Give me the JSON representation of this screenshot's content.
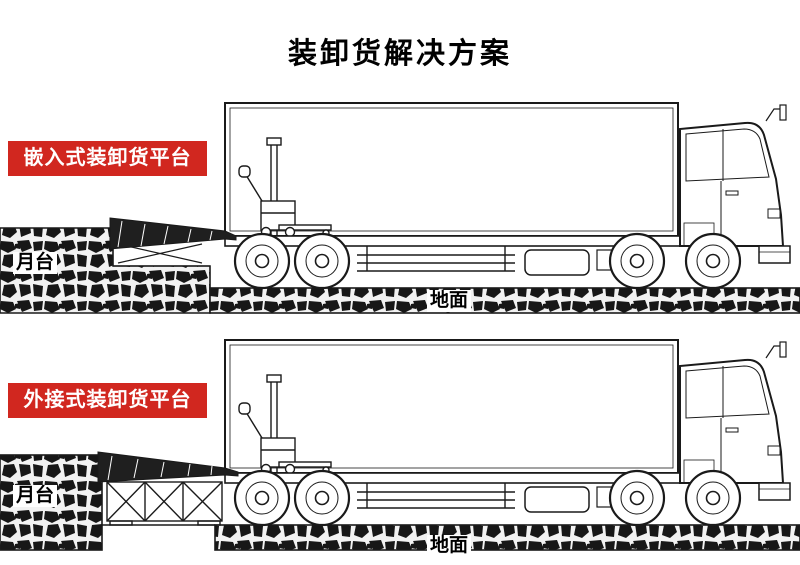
{
  "title": "装卸货解决方案",
  "colors": {
    "badge_background": "#d1271f",
    "badge_text": "#ffffff",
    "line_art": "#1a1a1a",
    "background": "#ffffff"
  },
  "sections": [
    {
      "badge": "嵌入式装卸货平台",
      "dock_label": "月台",
      "ground_label": "地面"
    },
    {
      "badge": "外接式装卸货平台",
      "dock_label": "月台",
      "ground_label": "地面"
    }
  ]
}
